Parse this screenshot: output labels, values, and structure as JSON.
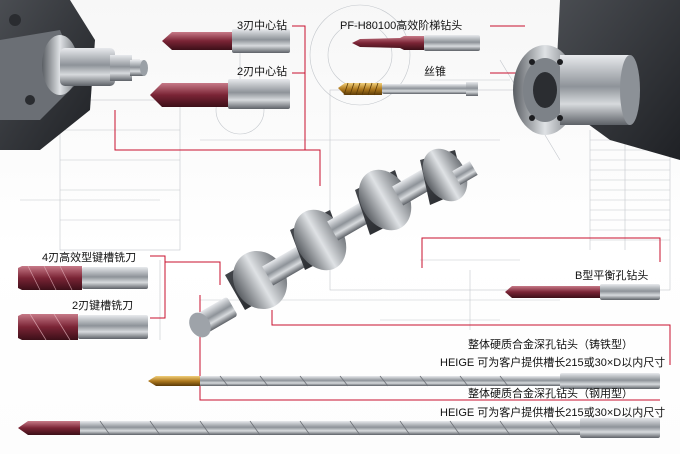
{
  "labels": {
    "center_drill_3flute": "3刃中心钻",
    "center_drill_2flute": "2刃中心钻",
    "step_drill": "PF-H80100高效阶梯钻头",
    "tap": "丝锥",
    "keyway_mill_4flute": "4刃高效型键槽铣刀",
    "keyway_mill_2flute": "2刃键槽铣刀",
    "balance_hole_drill": "B型平衡孔钻头",
    "deep_hole_cast_iron": "整体硬质合金深孔钻头（铸铁型）",
    "deep_hole_cast_iron_note": "HEIGE 可为客户提供槽长215或30×D以内尺寸",
    "deep_hole_steel": "整体硬质合金深孔钻头（钢用型）",
    "deep_hole_steel_note": "HEIGE 可为客户提供槽长215或30×D以内尺寸"
  },
  "colors": {
    "callout_line": "#c8102e",
    "steel": "#b8bcc2",
    "fluted_coating": "#8a2a3a",
    "gold_coating": "#c8962a",
    "blueprint_line": "#b9bec5"
  }
}
